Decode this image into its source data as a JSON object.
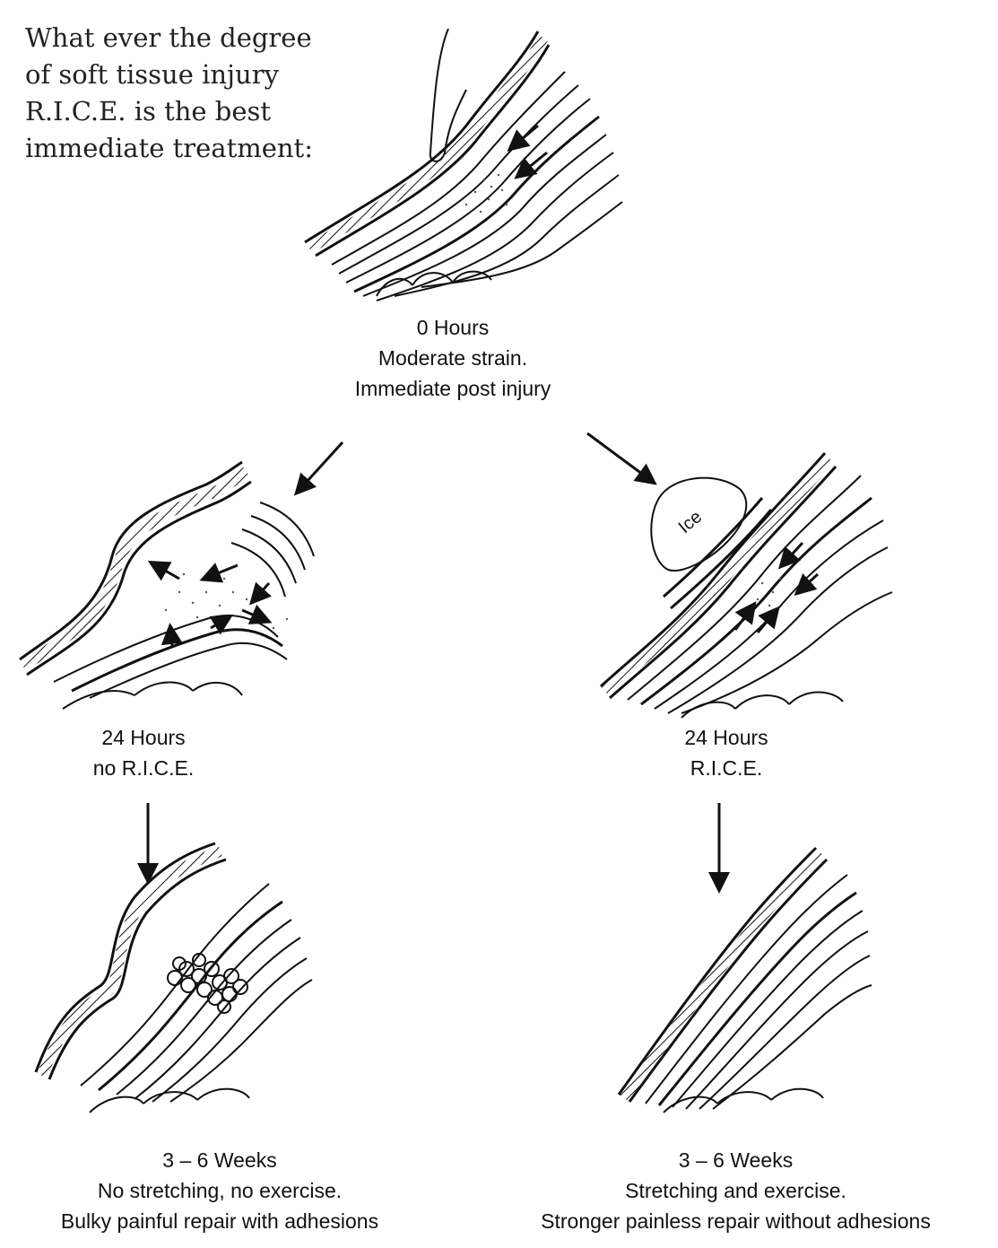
{
  "intro_text": "What ever the degree\nof soft tissue injury\nR.I.C.E. is the best\nimmediate treatment:",
  "stages": {
    "initial": {
      "time": "0 Hours",
      "line1": "Moderate strain.",
      "line2": "Immediate post injury"
    },
    "no_rice_24h": {
      "time": "24 Hours",
      "line1": "no R.I.C.E."
    },
    "rice_24h": {
      "time": "24 Hours",
      "line1": "R.I.C.E.",
      "ice_label": "Ice"
    },
    "no_rice_weeks": {
      "time": "3 – 6 Weeks",
      "line1": "No stretching, no exercise.",
      "line2": "Bulky painful repair with adhesions"
    },
    "rice_weeks": {
      "time": "3 – 6 Weeks",
      "line1": "Stretching and exercise.",
      "line2": "Stronger painless repair without adhesions"
    }
  }
}
